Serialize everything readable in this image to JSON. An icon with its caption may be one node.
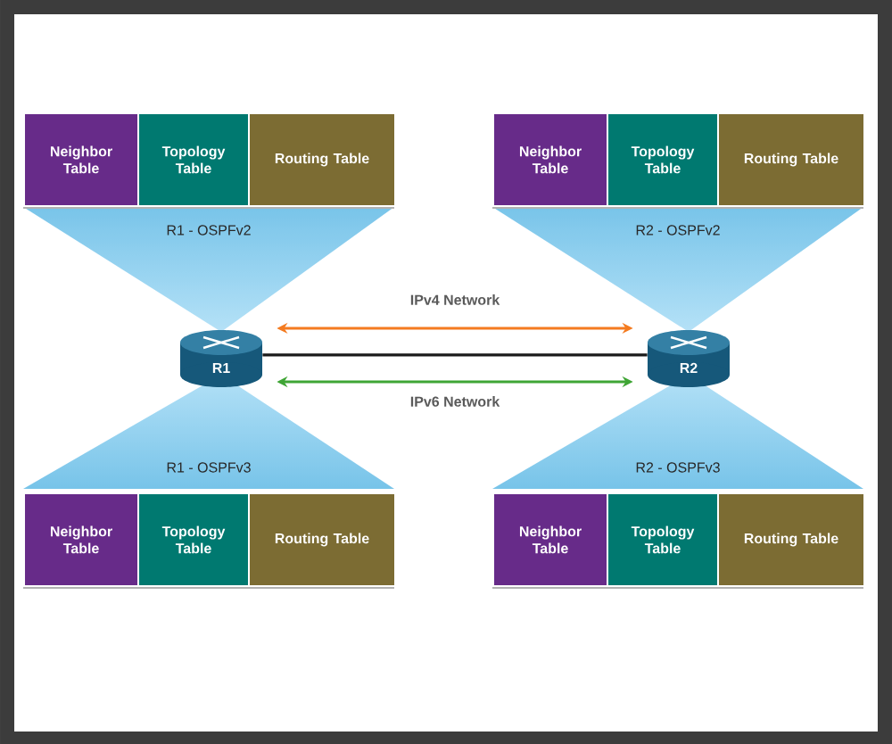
{
  "diagram": {
    "nodes": [
      {
        "text": [
          "R1"
        ]
      },
      {
        "text": [
          "R2"
        ]
      },
      {
        "text": [
          "Neighbor Table"
        ]
      },
      {
        "text": [
          "Topology Table"
        ]
      },
      {
        "text": [
          "Routing Table"
        ]
      },
      {
        "text": [
          "Neighbor Table"
        ]
      },
      {
        "text": [
          "Topology Table"
        ]
      },
      {
        "text": [
          "Routing Table"
        ]
      },
      {
        "text": [
          "Neighbor Table"
        ]
      },
      {
        "text": [
          "Topology Table"
        ]
      },
      {
        "text": [
          "Routing Table"
        ]
      },
      {
        "text": [
          "Neighbor Table"
        ]
      },
      {
        "text": [
          "Topology Table"
        ]
      },
      {
        "text": [
          "Routing Table"
        ]
      }
    ],
    "edges": [
      {
        "from": 0,
        "to": 1,
        "arrow": "both",
        "label": "IPv4 Network",
        "color": "#f47b20"
      },
      {
        "from": 0,
        "to": 1,
        "arrow": "none",
        "color": "#1a1a1a"
      },
      {
        "from": 0,
        "to": 1,
        "arrow": "both",
        "label": "IPv6 Network",
        "color": "#3fa535"
      }
    ],
    "labels": [
      "R1 - OSPFv2",
      "R2 - OSPFv2",
      "R1 - OSPFv3",
      "R2 - OSPFv3"
    ]
  }
}
